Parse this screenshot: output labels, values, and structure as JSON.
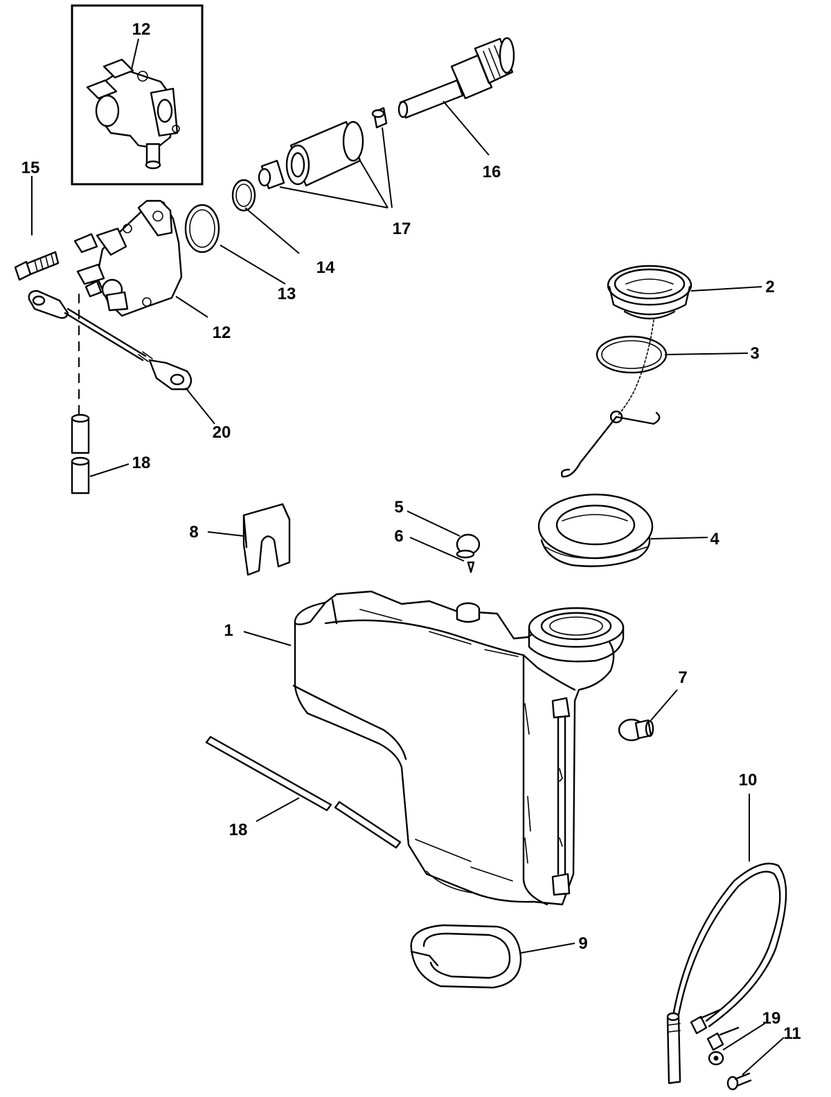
{
  "callouts": {
    "c1": "1",
    "c2": "2",
    "c3": "3",
    "c4": "4",
    "c5": "5",
    "c6": "6",
    "c7": "7",
    "c8": "8",
    "c9": "9",
    "c10": "10",
    "c11": "11",
    "c12_inset": "12",
    "c12": "12",
    "c13": "13",
    "c14": "14",
    "c15": "15",
    "c16": "16",
    "c17": "17",
    "c18_top": "18",
    "c18_bottom": "18",
    "c19": "19",
    "c20": "20"
  }
}
